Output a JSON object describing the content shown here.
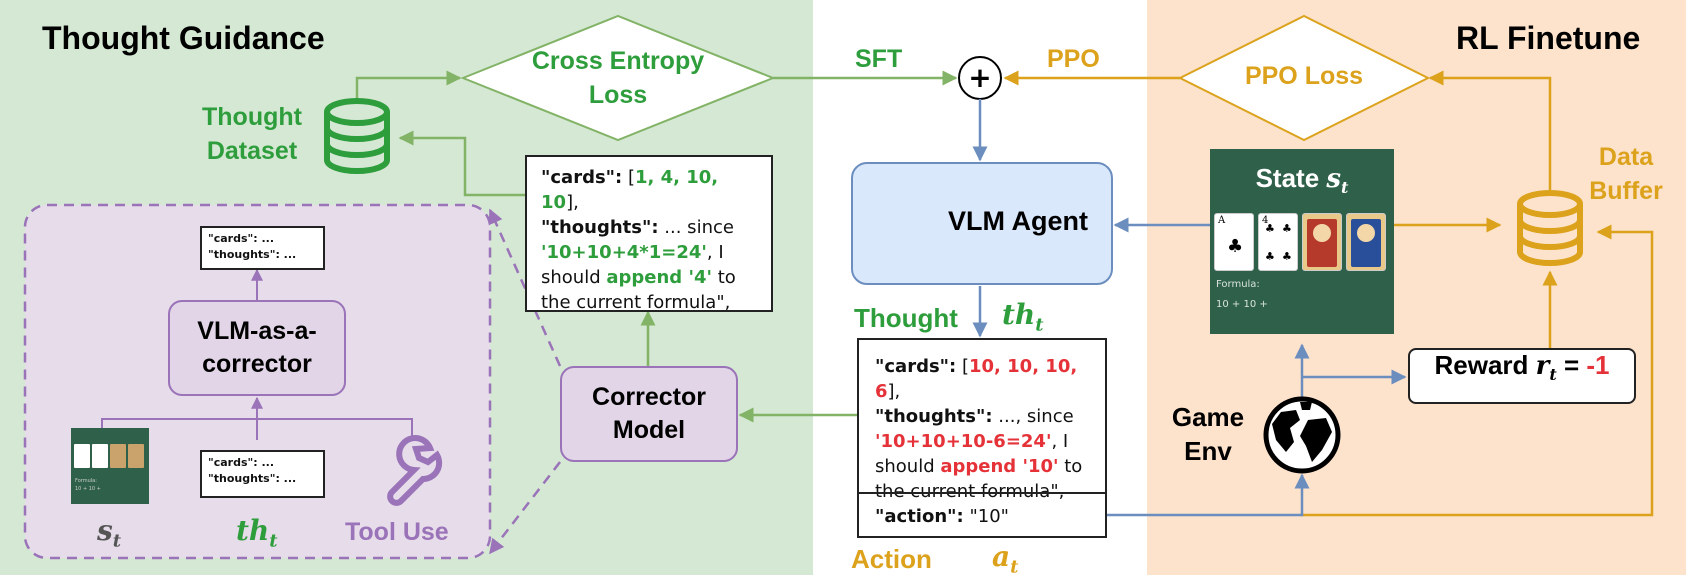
{
  "colors": {
    "green_bg": "#d5e8d4",
    "orange_bg": "#fde3cc",
    "green": "#2e9d3c",
    "green_arrow": "#82b366",
    "gold": "#dca21c",
    "blue_arrow": "#6c8ebf",
    "purple": "#9a73b8",
    "purple_fill": "#e1d5e7",
    "blue_fill": "#dae8fc",
    "red": "#e53238",
    "card_table": "#2f614a"
  },
  "sections": {
    "thought_guidance": "Thought Guidance",
    "rl_finetune": "RL Finetune"
  },
  "loss": {
    "cross_entropy_line1": "Cross Entropy",
    "cross_entropy_line2": "Loss",
    "ppo_loss": "PPO Loss",
    "sft": "SFT",
    "ppo": "PPO",
    "plus": "+"
  },
  "thought_dataset": {
    "line1": "Thought",
    "line2": "Dataset"
  },
  "data_buffer": {
    "line1": "Data",
    "line2": "Buffer"
  },
  "corrected_box": {
    "cards_key": "\"cards\":",
    "cards_open": " [",
    "cards_vals": "1, 4, 10, 10",
    "cards_close": "],",
    "thoughts_key": "\"thoughts\":",
    "thoughts_rest": " ... since",
    "formula": "'10+10+4*1=24'",
    "formula_rest": ", I",
    "should": "should ",
    "append": "append '4'",
    "to": " to",
    "last": "the current formula\","
  },
  "agent_box": {
    "cards_key": "\"cards\":",
    "cards_open": " [",
    "cards_vals": "10, 10, 10, 6",
    "cards_close": "],",
    "thoughts_key": "\"thoughts\":",
    "thoughts_rest": " ..., since",
    "formula": "'10+10+10-6=24'",
    "formula_rest": ", I",
    "should": "should ",
    "append": "append '10'",
    "to": " to",
    "last": "the current formula\",",
    "action_key": "\"action\":",
    "action_val": " \"10\""
  },
  "vlm_agent": "VLM Agent",
  "thought_label": "Thought",
  "th_t": "th",
  "th_sub": "t",
  "action_label": "Action",
  "a_t": "a",
  "a_sub": "t",
  "corrector_model": {
    "line1": "Corrector",
    "line2": "Model"
  },
  "vlm_corrector": {
    "line1": "VLM-as-a-",
    "line2": "corrector"
  },
  "mini_top": {
    "cards": "\"cards\": ...",
    "thoughts": "\"thoughts\": ..."
  },
  "mini_bottom": {
    "cards": "\"cards\": ...",
    "thoughts": "\"thoughts\": ..."
  },
  "s_t": "s",
  "s_sub": "t",
  "tool_use": "Tool Use",
  "state": {
    "label": "State ",
    "sym": "s",
    "sub": "t",
    "formula_label": "Formula:",
    "formula_val": "10 + 10 +"
  },
  "mini_state": {
    "formula_label": "Formula:",
    "formula_val": "10 + 10 +"
  },
  "game_env": {
    "line1": "Game",
    "line2": "Env"
  },
  "reward": {
    "label": "Reward ",
    "sym": "r",
    "sub": "t",
    "eq": " = ",
    "val": "-1"
  },
  "icons": [
    "database-icon",
    "robot-icon",
    "globe-icon",
    "wrench-icon",
    "check-icon",
    "cross-icon",
    "plus-icon"
  ]
}
